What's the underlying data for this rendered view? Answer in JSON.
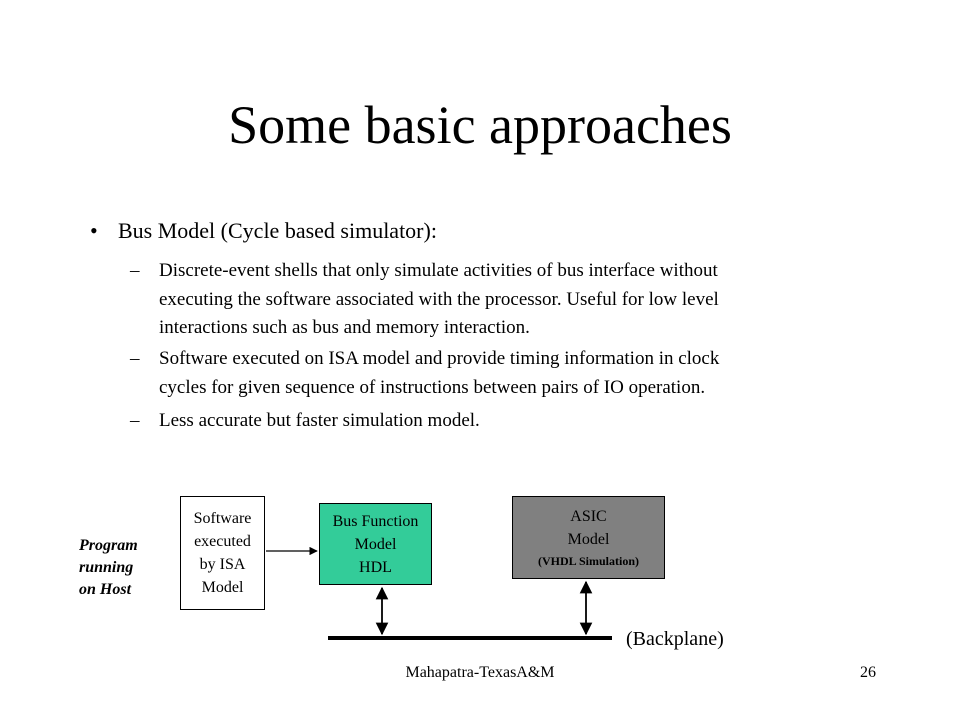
{
  "title": "Some basic approaches",
  "bullet": {
    "marker": "•",
    "text": "Bus Model (Cycle based simulator):"
  },
  "subitems": [
    {
      "marker": "–",
      "lines": [
        "Discrete-event shells that only simulate activities of bus interface without",
        "executing the software associated with the processor. Useful for low level",
        "interactions such as bus and memory interaction."
      ]
    },
    {
      "marker": "–",
      "lines": [
        "Software executed on ISA model and provide timing information in clock",
        "cycles for given sequence of instructions between pairs of IO operation."
      ]
    },
    {
      "marker": "–",
      "lines": [
        "Less accurate but faster simulation model."
      ]
    }
  ],
  "diagram": {
    "host_label": [
      "Program",
      "running",
      "on Host"
    ],
    "software_box": [
      "Software",
      "executed",
      "by ISA",
      "Model"
    ],
    "bus_box": [
      "Bus Function",
      "Model",
      "HDL"
    ],
    "asic_box": [
      "ASIC",
      "Model",
      "(VHDL Simulation)"
    ],
    "backplane_label": "(Backplane)",
    "colors": {
      "bus_box": "#33cc99",
      "asic_box": "#808080"
    }
  },
  "footer": {
    "center": "Mahapatra-TexasA&M",
    "page_number": "26"
  }
}
